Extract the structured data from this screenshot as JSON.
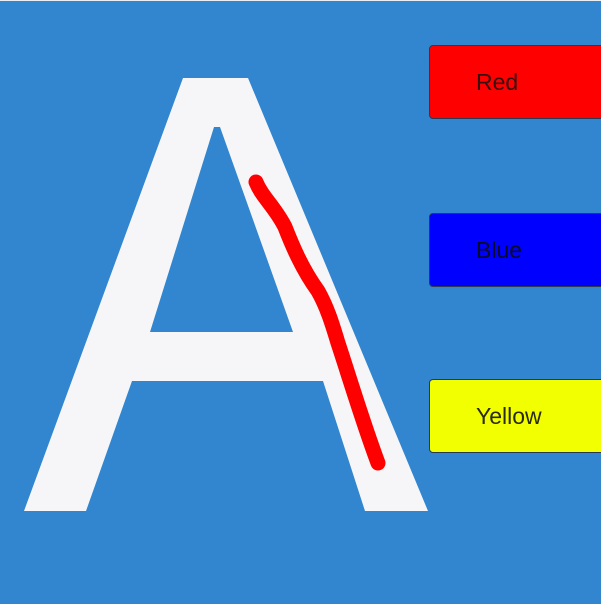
{
  "tracing": {
    "letter": "A",
    "letter_color": "#f6f6f8",
    "background_color": "#3186cf",
    "stroke_color": "#ff0000"
  },
  "color_buttons": [
    {
      "label": "Red",
      "color": "#ff0000",
      "text_color": "#3a1010"
    },
    {
      "label": "Blue",
      "color": "#0000ff",
      "text_color": "#0a0a2a"
    },
    {
      "label": "Yellow",
      "color": "#f2ff00",
      "text_color": "#2a2a10"
    }
  ]
}
